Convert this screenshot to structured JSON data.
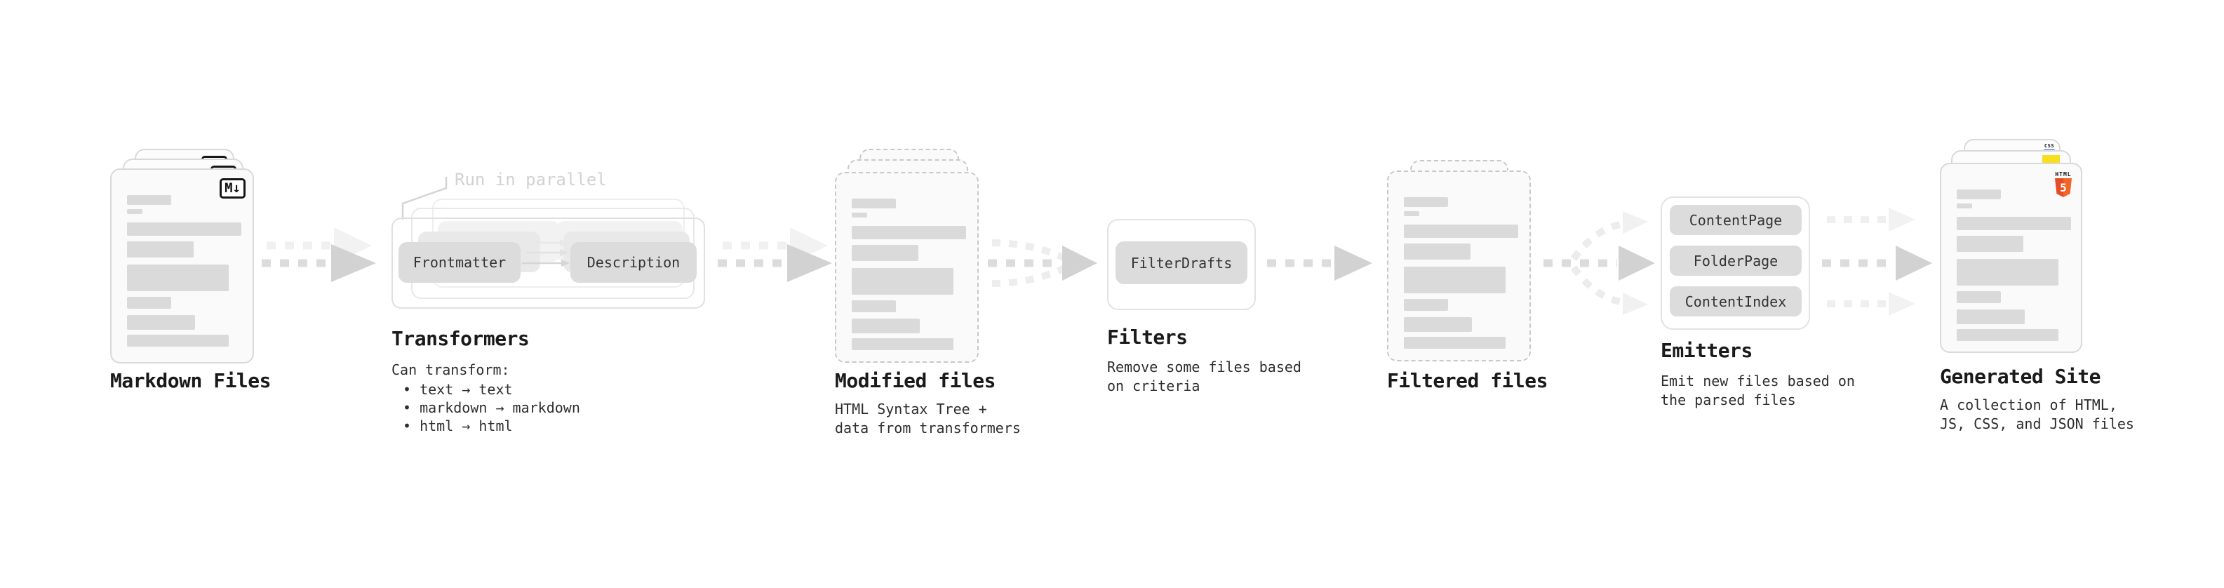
{
  "stages": {
    "markdown": {
      "title": "Markdown Files"
    },
    "transformers": {
      "title": "Transformers",
      "callout": "Run in parallel",
      "box_frontmatter": "Frontmatter",
      "box_description": "Description",
      "desc_heading": "Can transform:",
      "bullets": [
        "• text → text",
        "• markdown → markdown",
        "• html → html"
      ]
    },
    "modified": {
      "title": "Modified files",
      "desc_line1": "HTML Syntax Tree +",
      "desc_line2": "data from transformers"
    },
    "filters": {
      "title": "Filters",
      "box_filterdrafts": "FilterDrafts",
      "desc_line1": "Remove some files based",
      "desc_line2": "on criteria"
    },
    "filtered": {
      "title": "Filtered files"
    },
    "emitters": {
      "title": "Emitters",
      "box_contentpage": "ContentPage",
      "box_folderpage": "FolderPage",
      "box_contentindex": "ContentIndex",
      "desc_line1": "Emit new files based on",
      "desc_line2": "the parsed files"
    },
    "generated": {
      "title": "Generated Site",
      "desc_line1": "A collection of HTML,",
      "desc_line2": "JS, CSS, and JSON files"
    }
  },
  "icons": {
    "markdown_badge": "M↓",
    "html5_text": "HTML",
    "html5_number": "5",
    "css_text": "CSS"
  },
  "colors": {
    "html5_orange": "#e44d26",
    "js_yellow": "#f7df1e",
    "css_blue": "#2965f1"
  }
}
